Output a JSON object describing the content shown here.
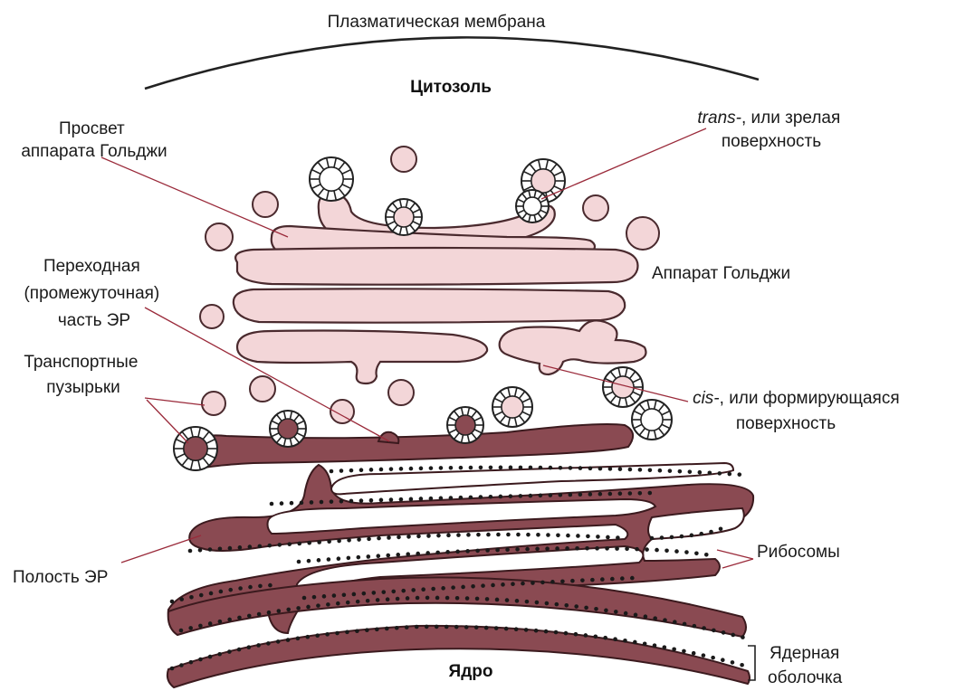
{
  "labels": {
    "plasma_membrane": "Плазматическая мембрана",
    "cytosol": "Цитозоль",
    "golgi_lumen_line1": "Просвет",
    "golgi_lumen_line2": "аппарата Гольджи",
    "trans_face_line1_italic": "trans-",
    "trans_face_line1_rest": ", или зрелая",
    "trans_face_line2": "поверхность",
    "golgi_apparatus": "Аппарат Гольджи",
    "transitional_er_line1": "Переходная",
    "transitional_er_line2": "(промежуточная)",
    "transitional_er_line3": "часть ЭР",
    "transport_vesicles_line1": "Транспортные",
    "transport_vesicles_line2": "пузырьки",
    "cis_face_line1_italic": "cis-",
    "cis_face_line1_rest": ", или формирующаяся",
    "cis_face_line2": "поверхность",
    "er_lumen": "Полость ЭР",
    "ribosomes": "Рибосомы",
    "nucleus": "Ядро",
    "nuclear_envelope_line1": "Ядерная",
    "nuclear_envelope_line2": "оболочка"
  },
  "colors": {
    "er_fill": "#8a4a52",
    "golgi_fill": "#f3d6d8",
    "leader_line": "#9a2a3a",
    "outline": "#3b1a1e"
  }
}
